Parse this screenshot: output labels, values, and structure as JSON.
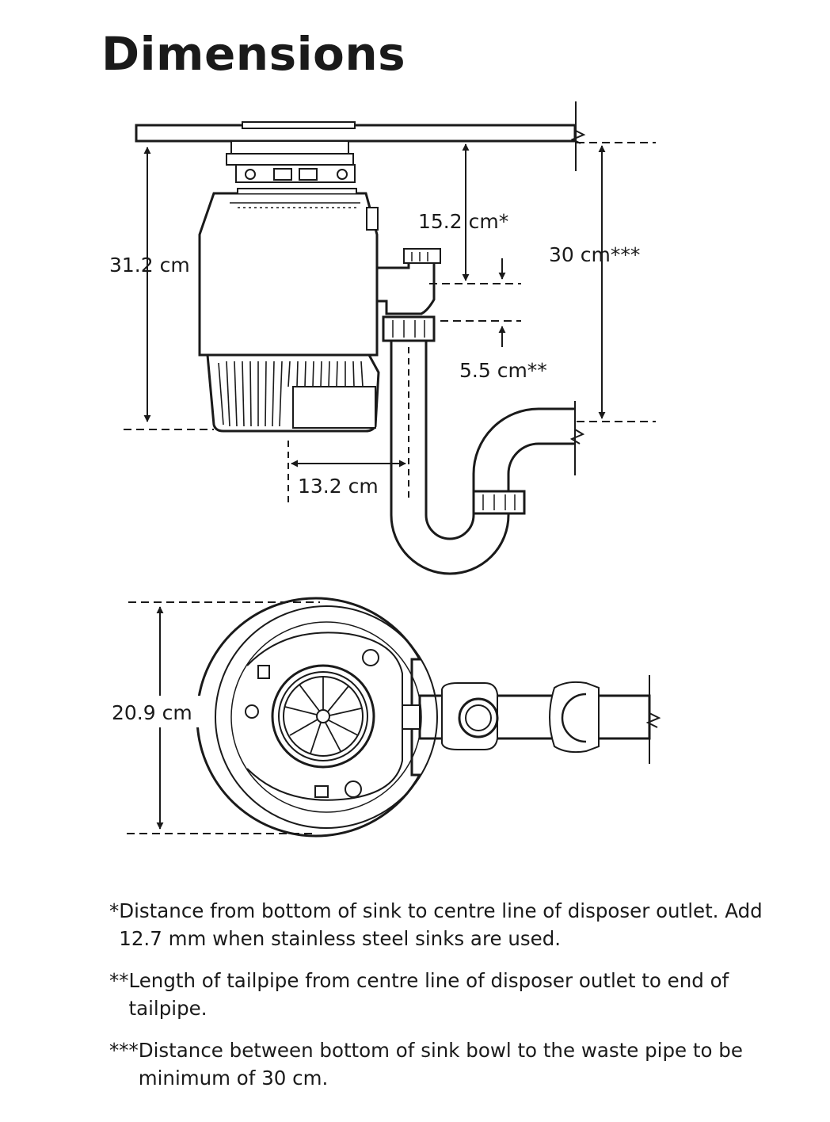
{
  "title": "Dimensions",
  "dimensions": {
    "height": "31.2 cm",
    "outlet_height": "15.2 cm*",
    "waste_pipe_height": "30 cm***",
    "tailpipe_length": "5.5 cm**",
    "outlet_offset": "13.2 cm",
    "diameter": "20.9 cm"
  },
  "notes": [
    {
      "mark": "*",
      "text": "Distance from bottom of sink to centre line of disposer outlet. Add 12.7 mm when stainless steel sinks are used."
    },
    {
      "mark": "**",
      "text": "Length of tailpipe from centre line of disposer outlet to end of tailpipe."
    },
    {
      "mark": "***",
      "text": "Distance between bottom of sink bowl to the waste pipe to be minimum of 30 cm."
    }
  ]
}
